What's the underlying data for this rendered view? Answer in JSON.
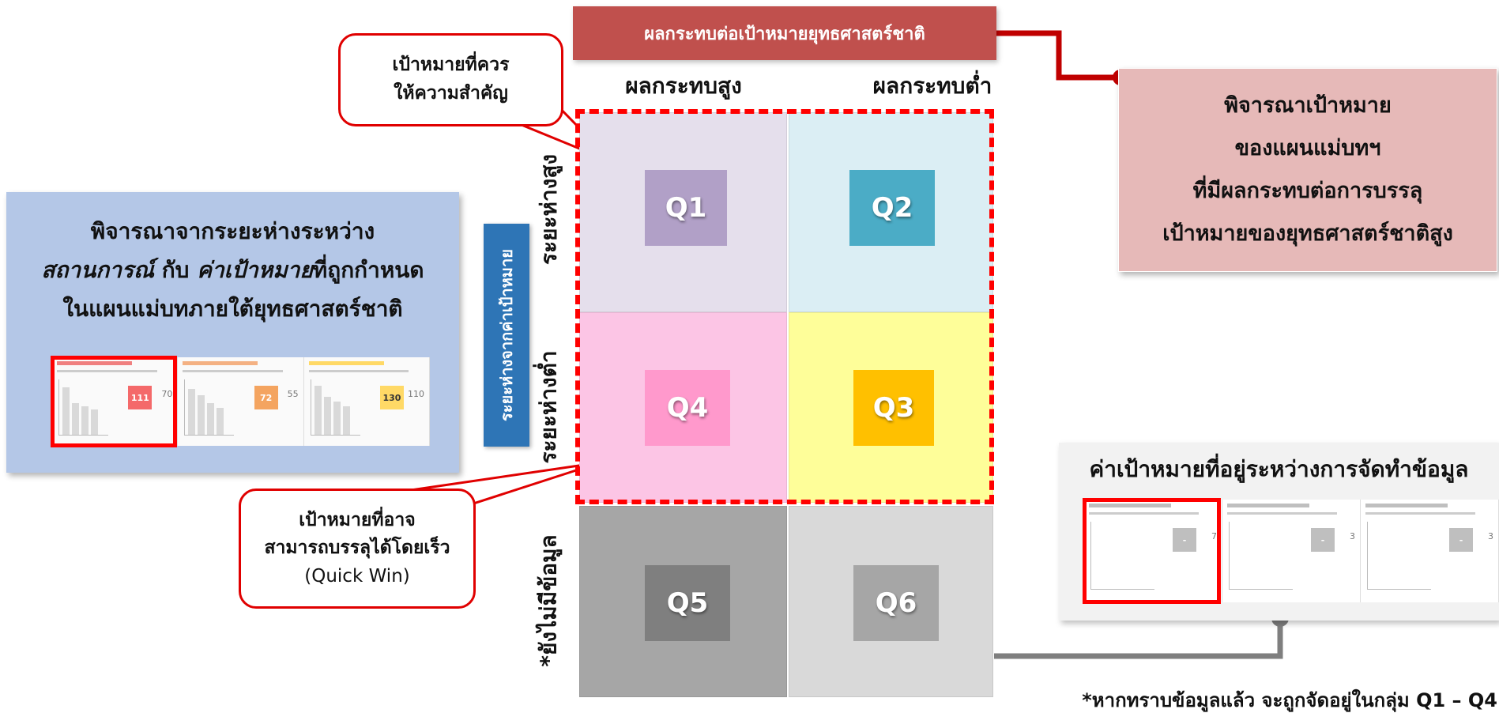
{
  "header": {
    "title": "ผลกระทบต่อเป้าหมายยุทธศาสตร์ชาติ"
  },
  "matrix": {
    "col_high": "ผลกระทบสูง",
    "col_low": "ผลกระทบต่ำ",
    "row_near": "ระยะห่างสูง",
    "row_far": "ระยะห่างต่ำ",
    "row_nodata": "*ยังไม่มีข้อมูล",
    "axis_label": "ระยะห่างจากค่าเป้าหมาย",
    "quadrants": {
      "q1": "Q1",
      "q2": "Q2",
      "q3": "Q3",
      "q4": "Q4",
      "q5": "Q5",
      "q6": "Q6"
    },
    "colors": {
      "q1_cell": "#e5dfec",
      "q2_cell": "#dbeef4",
      "q3_cell": "#fefe99",
      "q4_cell": "#fcc5e5",
      "q5_cell": "#a6a6a6",
      "q6_cell": "#d9d9d9",
      "highlight": "#ff0000"
    }
  },
  "callouts": {
    "priority": {
      "line1": "เป้าหมายที่ควร",
      "line2": "ให้ความสำคัญ"
    },
    "quickwin": {
      "line1": "เป้าหมายที่อาจ",
      "line2": "สามารถบรรลุได้โดยเร็ว",
      "line3": "(Quick Win)"
    }
  },
  "left_panel": {
    "line1": "พิจารณาจากระยะห่างระหว่าง",
    "line2_italic_a": "สถานการณ์",
    "line2_mid": " กับ ",
    "line2_italic_b": "ค่าเป้าหมาย",
    "line2_tail": "ที่ถูกกำหนด",
    "line3": "ในแผนแม่บทภายใต้ยุทธศาสตร์ชาติ",
    "thumbs": [
      {
        "kpi": "111",
        "kpi2": "70"
      },
      {
        "kpi": "72",
        "kpi2": "55"
      },
      {
        "kpi": "130",
        "kpi2": "110"
      }
    ]
  },
  "right_panel": {
    "line1": "พิจารณาเป้าหมาย",
    "line2": "ของแผนแม่บทฯ",
    "line3": "ที่มีผลกระทบต่อการบรรลุ",
    "line4": "เป้าหมายของยุทธศาสตร์ชาติสูง"
  },
  "data_panel": {
    "title": "ค่าเป้าหมายที่อยู่ระหว่างการจัดทำข้อมูล",
    "thumbs": [
      {
        "kpi": "-",
        "kpi2": "7"
      },
      {
        "kpi": "-",
        "kpi2": "3"
      },
      {
        "kpi": "-",
        "kpi2": "3"
      }
    ]
  },
  "footnote": "*หากทราบข้อมูลแล้ว จะถูกจัดอยู่ในกลุ่ม Q1 – Q4"
}
